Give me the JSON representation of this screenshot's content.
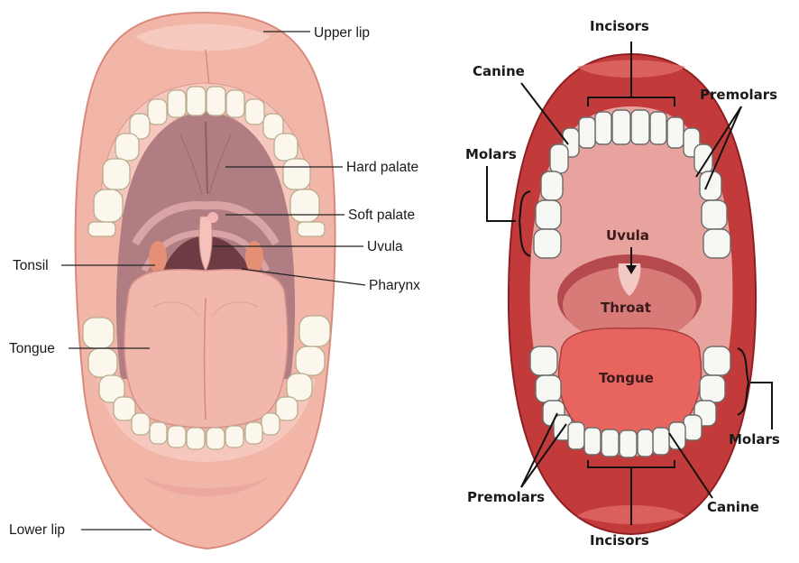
{
  "left_diagram": {
    "labels": {
      "upper_lip": "Upper lip",
      "hard_palate": "Hard palate",
      "soft_palate": "Soft palate",
      "uvula": "Uvula",
      "tonsil": "Tonsil",
      "pharynx": "Pharynx",
      "tongue": "Tongue",
      "lower_lip": "Lower lip"
    }
  },
  "right_diagram": {
    "labels": {
      "incisors_top": "Incisors",
      "canine_top": "Canine",
      "premolars_top": "Premolars",
      "molars_left": "Molars",
      "uvula": "Uvula",
      "throat": "Throat",
      "tongue": "Tongue",
      "molars_right": "Molars",
      "premolars_bottom": "Premolars",
      "canine_bottom": "Canine",
      "incisors_bottom": "Incisors"
    }
  },
  "colors": {
    "lip_pink": "#f2b6a8",
    "oral_cavity": "#b07d82",
    "tongue_left": "#f1b7ad",
    "right_lip_red": "#c23a3a",
    "right_cavity": "#e8a39e",
    "right_tongue": "#e7645f"
  }
}
